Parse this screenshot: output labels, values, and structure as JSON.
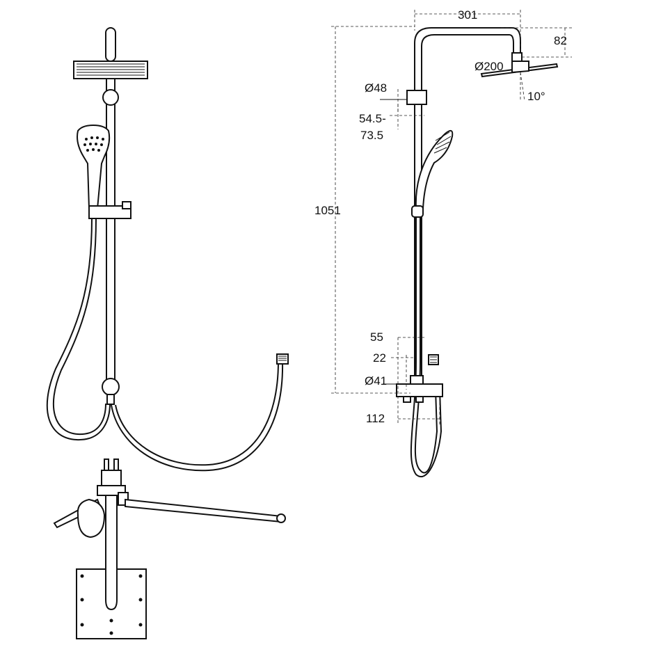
{
  "dimensions": {
    "arm_length": "301",
    "head_drop": "82",
    "head_diameter": "Ø200",
    "bracket_diameter": "Ø48",
    "tilt_angle": "10°",
    "bracket_offset": "54.5-",
    "bracket_offset_max": "73.5",
    "total_height": "1051",
    "mixer_depth": "55",
    "mixer_inlet": "22",
    "mixer_diameter": "Ø41",
    "inlet_centers": "112"
  },
  "colors": {
    "line": "#111111",
    "background": "#ffffff"
  }
}
